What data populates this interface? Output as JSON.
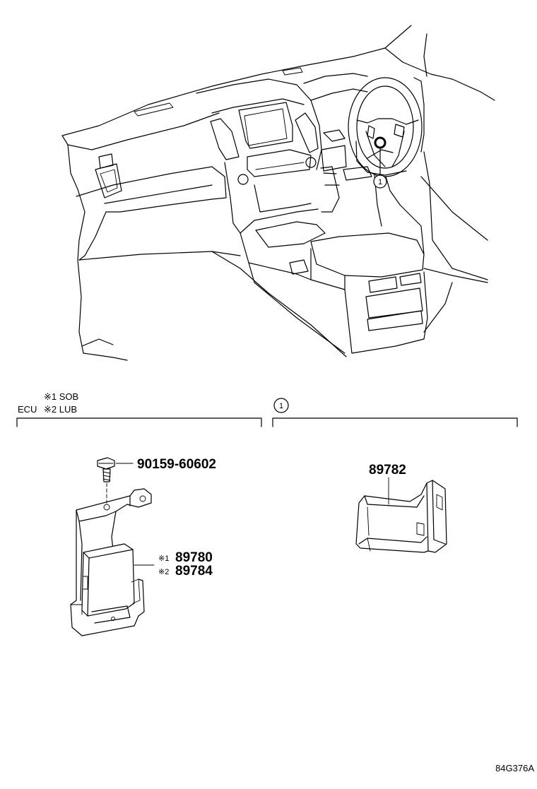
{
  "diagram": {
    "section_ecu": {
      "ecu_label": "ECU",
      "note1": "※1 SOB",
      "note2": "※2 LUB"
    },
    "section_1": {
      "callout": "1"
    },
    "location_callout": "1",
    "parts": {
      "bolt": "90159-60602",
      "ecu_mark1": "※1",
      "ecu_part1": "89780",
      "ecu_mark2": "※2",
      "ecu_part2": "89784",
      "sensor": "89782"
    },
    "figure_code": "84G376A"
  }
}
